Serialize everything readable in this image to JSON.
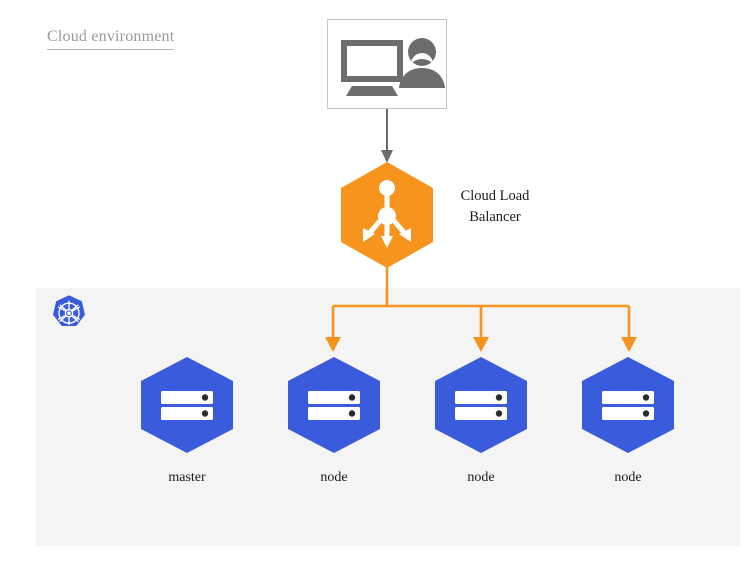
{
  "diagram": {
    "title": "Cloud environment",
    "client": {
      "icons": [
        "monitor-icon",
        "user-icon"
      ]
    },
    "load_balancer": {
      "icon": "load-balancer-icon",
      "label_line1": "Cloud Load",
      "label_line2": "Balancer",
      "color": "#F7941D"
    },
    "cluster": {
      "logo": "kubernetes-logo",
      "panel_color": "#f4f4f4",
      "node_color": "#3a5bdb",
      "nodes": [
        {
          "label": "master",
          "icon": "server-icon",
          "has_arrow": false
        },
        {
          "label": "node",
          "icon": "server-icon",
          "has_arrow": true
        },
        {
          "label": "node",
          "icon": "server-icon",
          "has_arrow": true
        },
        {
          "label": "node",
          "icon": "server-icon",
          "has_arrow": true
        }
      ]
    },
    "connectors": {
      "client_to_lb_color": "#6b6b6b",
      "lb_to_nodes_color": "#F7941D"
    }
  }
}
